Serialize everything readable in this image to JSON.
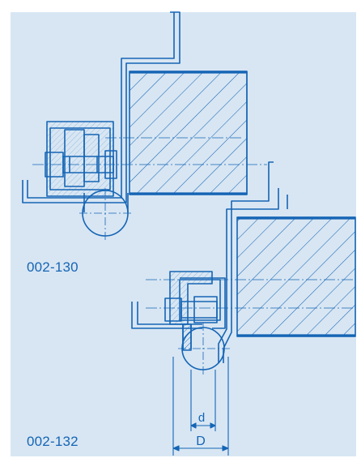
{
  "captions": {
    "top_detail": "002-130",
    "bottom_detail": "002-132"
  },
  "dimension_labels": {
    "small": "d",
    "large": "D"
  },
  "colors": {
    "background": "#d8e6f3",
    "line": "#1565b5",
    "caption": "#1565b5"
  }
}
